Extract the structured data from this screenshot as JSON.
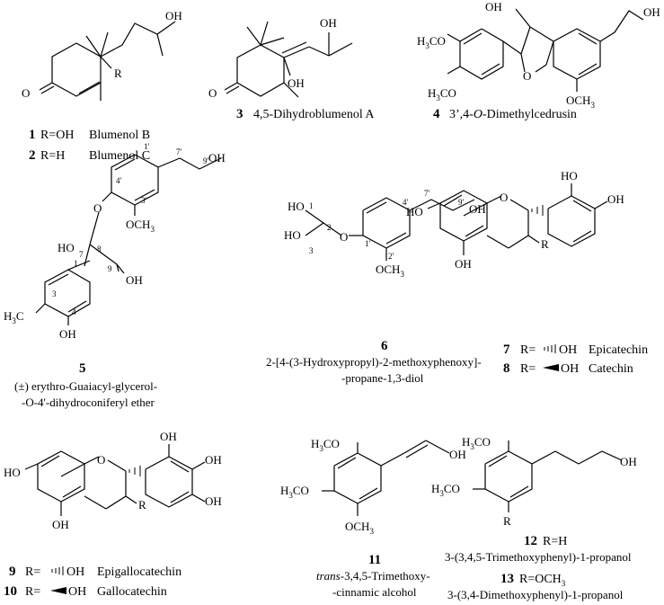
{
  "compounds": [
    {
      "number": "1",
      "label": "R=OH",
      "name": "Blumenol B"
    },
    {
      "number": "2",
      "label": "R=H",
      "name": "Blumenol C"
    },
    {
      "number": "3",
      "name": "4,5-Dihydroblumenol A"
    },
    {
      "number": "4",
      "name_prefix": "3’,4-",
      "name_italic": "O",
      "name_suffix": "-Dimethylcedrusin"
    },
    {
      "number": "5",
      "name_line1": "(±) erythro-Guaiacyl-glycerol-",
      "name_line2": "-O-4'-dihydroconiferyl ether"
    },
    {
      "number": "6",
      "name_line1": "2-[4-(3-Hydroxypropyl)-2-methoxyphenoxy]-",
      "name_line2": "-propane-1,3-diol"
    },
    {
      "number": "7",
      "label": "R=",
      "group": "OH",
      "name": "Epicatechin"
    },
    {
      "number": "8",
      "label": "R=",
      "group": "OH",
      "name": "Catechin"
    },
    {
      "number": "9",
      "label": "R=",
      "group": "OH",
      "name": "Epigallocatechin"
    },
    {
      "number": "10",
      "label": "R=",
      "group": "OH",
      "name": "Gallocatechin"
    },
    {
      "number": "11",
      "name_line1_italic": "trans",
      "name_line1": "-3,4,5-Trimethoxy-",
      "name_line2": "-cinnamic alcohol"
    },
    {
      "number": "12",
      "label": "R=H",
      "name": "3-(3,4,5-Trimethoxyphenyl)-1-propanol"
    },
    {
      "number": "13",
      "label": "R=OCH",
      "label_sub": "3",
      "name": "3-(3,4-Dimethoxyphenyl)-1-propanol"
    }
  ],
  "atoms": {
    "oh": "OH",
    "o": "O",
    "r": "R",
    "h3co": "H",
    "h3co_3": "3",
    "h3co_co": "CO",
    "och": "OCH",
    "och_3": "3",
    "ho": "HO",
    "h3c_o": "H",
    "c_3": "3",
    "c_o": "C"
  },
  "locants5": {
    "l1p": "1'",
    "l7p": "7'",
    "l9p": "9'",
    "l4p": "4'",
    "l3p": "3'",
    "l7": "7",
    "l8": "8",
    "l9": "9",
    "l1": "1",
    "l3": "3",
    "l4": "4"
  },
  "locants6": {
    "l7p": "7'",
    "l9p": "9'",
    "l1": "1",
    "l2": "2",
    "l3": "3",
    "l4p": "4'",
    "l1p": "1'",
    "l2p": "2'"
  }
}
